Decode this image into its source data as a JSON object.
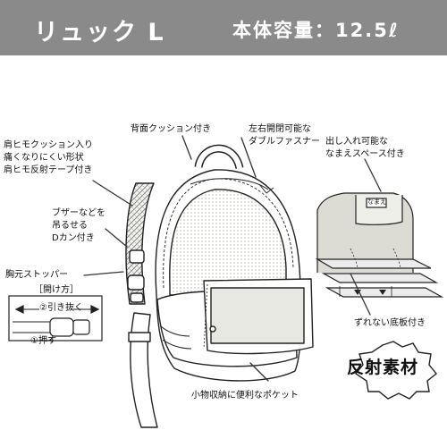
{
  "header": {
    "title": "リュック L",
    "capacity": "本体容量：12.5ℓ",
    "bg_color": "#8a8a8a",
    "text_color": "#ffffff"
  },
  "callouts": {
    "back_cushion": "背面クッション付き",
    "zipper": [
      "左右開閉可能な",
      "ダブルファスナー"
    ],
    "shoulder": [
      "肩ヒモクッション入り",
      "痛くなりにくい形状",
      "肩ヒモ反射テープ付き"
    ],
    "buzzer": [
      "ブザーなどを",
      "吊るせる",
      "Dカン付き"
    ],
    "chest_stopper": "胸元ストッパー",
    "how_to_open": "［開け方］",
    "step2": "②引き抜く",
    "step1": "①押す",
    "name_space": [
      "出し入れ可能な",
      "なまえスペース付き"
    ],
    "name_tag": "なまえ",
    "bottom_board": "ずれない底板付き",
    "pocket": "小物収納に便利なポケット"
  },
  "badge": {
    "label": "反射素材"
  },
  "colors": {
    "line": "#222222",
    "fabric": "#ffffff",
    "gray_fill": "#dcdcd4",
    "dot": "#d0d0c8"
  }
}
